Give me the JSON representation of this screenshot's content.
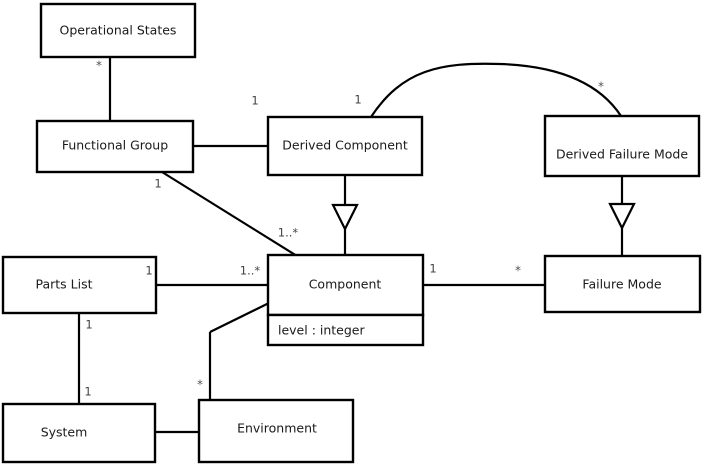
{
  "diagram": {
    "kind": "uml-class-diagram",
    "background_color": "#ffffff",
    "line_color": "#000000",
    "text_color": "#1a1a1a",
    "classes": [
      {
        "id": "operational-states",
        "name": "Operational States"
      },
      {
        "id": "functional-group",
        "name": "Functional Group"
      },
      {
        "id": "derived-component",
        "name": "Derived Component"
      },
      {
        "id": "derived-failure-mode",
        "name": "Derived Failure Mode"
      },
      {
        "id": "parts-list",
        "name": "Parts List"
      },
      {
        "id": "component",
        "name": "Component",
        "attribute": "level : integer"
      },
      {
        "id": "failure-mode",
        "name": "Failure Mode"
      },
      {
        "id": "system",
        "name": "System"
      },
      {
        "id": "environment",
        "name": "Environment"
      }
    ],
    "multiplicities": {
      "operational_states_end": "*",
      "functional_group_to_derived_component": "1",
      "functional_group_to_component": "1",
      "component_from_functional_group": "1..*",
      "derived_component_curve_end": "1",
      "derived_failure_mode_curve_end": "*",
      "derived_component_assoc_end": "1",
      "parts_list_to_component": "1",
      "component_from_parts_list": "1..*",
      "component_to_failure_mode": "1",
      "failure_mode_end": "*",
      "parts_list_to_system_top": "1",
      "system_to_parts_list_bottom": "1",
      "environment_to_component": "*"
    }
  }
}
